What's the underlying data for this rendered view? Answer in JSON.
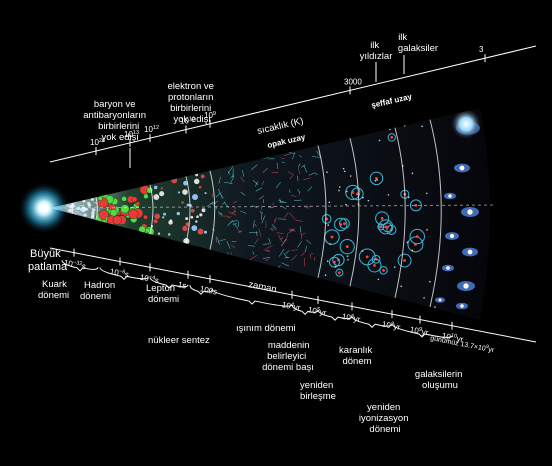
{
  "title_labels": {
    "big_bang": [
      "Büyük",
      "patlama"
    ],
    "annihilation_baryon": [
      "baryon ve",
      "antibaryonların",
      "birbirlerini",
      "yok edişi"
    ],
    "annihilation_electron": [
      "elektron ve",
      "protonların",
      "birbirlerini",
      "yok edişi"
    ],
    "temperature": "sıcaklık (K)",
    "opaque": "opak uzay",
    "transparent": "şeffaf uzay",
    "first_stars": [
      "ilk",
      "yıldızlar"
    ],
    "first_galaxies": [
      "ilk",
      "galaksiler"
    ]
  },
  "temperature_ticks": [
    {
      "base": "10",
      "exp": "26"
    },
    {
      "base": "10",
      "exp": "13"
    },
    {
      "base": "10",
      "exp": "12"
    },
    {
      "base": "10",
      "exp": "10"
    },
    {
      "base": "10",
      "exp": "9"
    },
    {
      "base": "3000",
      "exp": ""
    },
    {
      "base": "3",
      "exp": ""
    }
  ],
  "time_axis_label": "zaman",
  "time_ticks": [
    {
      "base": "10",
      "exp": "−32",
      "unit": "s"
    },
    {
      "base": "10",
      "exp": "−6",
      "unit": "s"
    },
    {
      "base": "10",
      "exp": "−4",
      "unit": "s"
    },
    {
      "base": "1s",
      "exp": "",
      "unit": ""
    },
    {
      "base": "100s",
      "exp": "",
      "unit": ""
    },
    {
      "base": "10",
      "exp": "4",
      "unit": "yr"
    },
    {
      "base": "10",
      "exp": "5",
      "unit": "yr"
    },
    {
      "base": "10",
      "exp": "6",
      "unit": "yr"
    },
    {
      "base": "10",
      "exp": "8",
      "unit": "yr"
    },
    {
      "base": "10",
      "exp": "9",
      "unit": "yr"
    },
    {
      "base": "10",
      "exp": "10",
      "unit": "yr"
    }
  ],
  "today_label": "günümüz 13.7×10",
  "today_exp": "9",
  "today_unit": "yr",
  "eras": {
    "quark": [
      "Kuark",
      "dönemi"
    ],
    "hadron": [
      "Hadron",
      "dönemi"
    ],
    "lepton": [
      "Lepton",
      "dönemi"
    ],
    "nucleosynthesis": "nükleer sentez",
    "radiation": "ışınım dönemi",
    "matter": [
      "maddenin",
      "belirleyici",
      "dönemi başı"
    ],
    "recombination": [
      "yeniden",
      "birleşme"
    ],
    "dark_age": [
      "karanlık",
      "dönem"
    ],
    "reionization": [
      "yeniden",
      "iyonizasyon",
      "dönemi"
    ],
    "galaxy_formation": [
      "galaksilerin",
      "oluşumu"
    ]
  },
  "colors": {
    "background": "#000000",
    "text": "#ffffff",
    "bigbang_glow": "#9fe8ff",
    "quark_cell": "#e8f4ff",
    "hadron_green": "#4fdc46",
    "hadron_red": "#e83a3a",
    "plasma_cyan": "#5fe0e8",
    "plasma_red": "#e05060",
    "recomb_ring": "#3ab8d8",
    "galaxy_blue": "#4a7cd8"
  }
}
